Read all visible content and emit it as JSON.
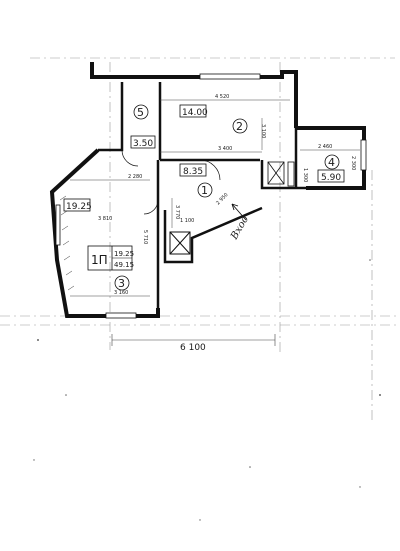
{
  "plan": {
    "overall_width": "6 100",
    "entrance_label": "Вход",
    "apartment_code": "1П",
    "apartment_area_total": "19.25",
    "apartment_area_sub": "49.15",
    "rooms": [
      {
        "number": "1",
        "area": "8.35"
      },
      {
        "number": "2",
        "area": "14.00"
      },
      {
        "number": "3",
        "area": "19.25"
      },
      {
        "number": "4",
        "area": "5.90"
      },
      {
        "number": "5",
        "area": "3.50"
      }
    ],
    "dimensions": [
      "4 520",
      "3 400",
      "2 280",
      "3 810",
      "3 160",
      "2 460",
      "1 100",
      "2 950",
      "3 100",
      "3 770",
      "5 710",
      "2 300",
      "1 300"
    ]
  }
}
